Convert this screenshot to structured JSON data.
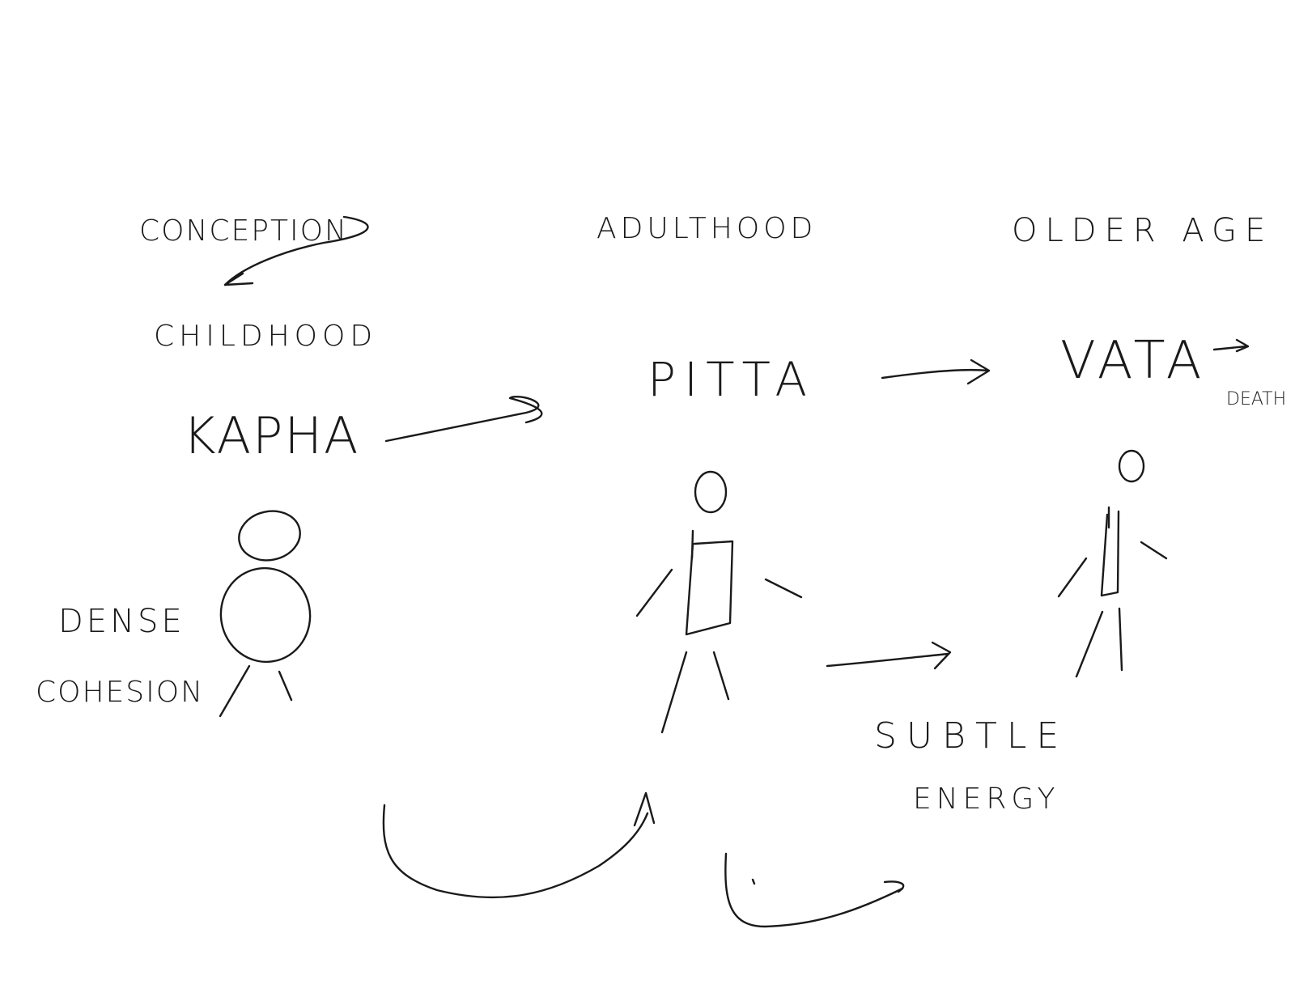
{
  "stages": {
    "conception": "CONCEPTION",
    "childhood": "CHILDHOOD",
    "adulthood": "ADULTHOOD",
    "older_age": "OLDER AGE"
  },
  "doshas": {
    "kapha": "KAPHA",
    "pitta": "PITTA",
    "vata": "VATA"
  },
  "labels": {
    "death": "DEATH",
    "dense": "DENSE",
    "cohesion": "COHESION",
    "subtle": "SUBTLE",
    "energy": "ENERGY"
  }
}
